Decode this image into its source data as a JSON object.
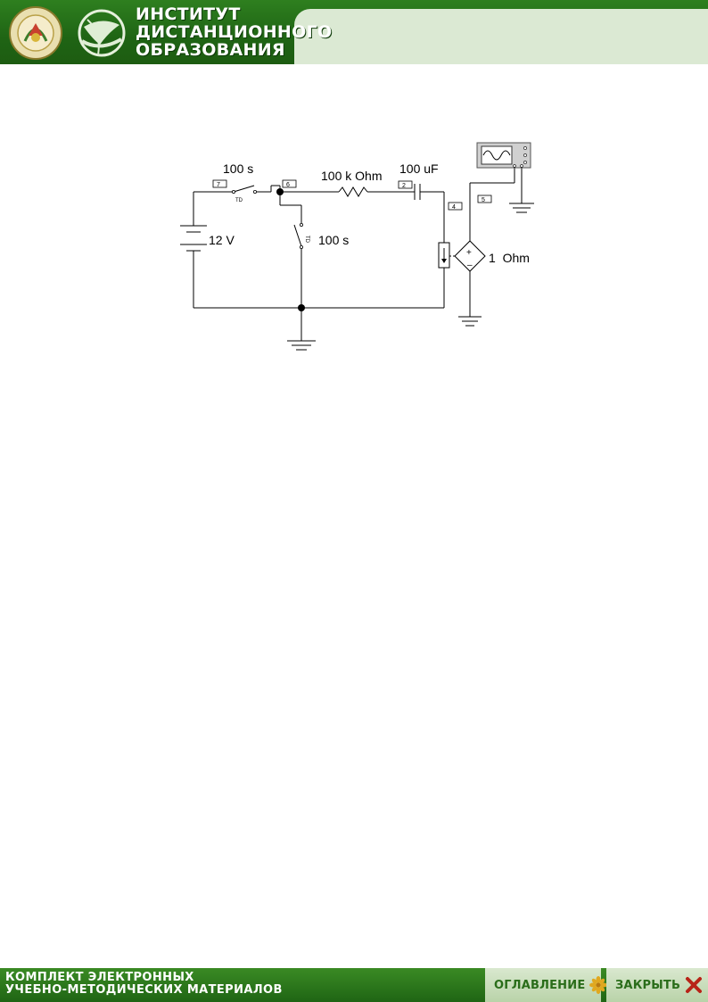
{
  "header": {
    "title_lines": [
      "ИНСТИТУТ",
      "ДИСТАНЦИОННОГО",
      "ОБРАЗОВАНИЯ"
    ],
    "logo_icon": "university-seal-icon",
    "globe_icon": "globe-icon",
    "brand_green": "#1f6414"
  },
  "circuit": {
    "switch_top_label": "100 s",
    "switch_side_label": "100 s",
    "resistor_label": "100 k Ohm",
    "capacitor_label": "100 uF",
    "battery_label": "12 V",
    "source_label": "1  Ohm",
    "switch_mark": "TD",
    "nodes": [
      "7",
      "6",
      "2",
      "4",
      "5"
    ],
    "oscilloscope_icon": "oscilloscope-icon"
  },
  "footer": {
    "caption_lines": [
      "КОМПЛЕКТ ЭЛЕКТРОННЫХ",
      "УЧЕБНО-МЕТОДИЧЕСКИХ МАТЕРИАЛОВ"
    ],
    "toc_label": "ОГЛАВЛЕНИЕ",
    "close_label": "ЗАКРЫТЬ",
    "toc_icon": "flower-icon",
    "close_icon": "close-icon"
  }
}
